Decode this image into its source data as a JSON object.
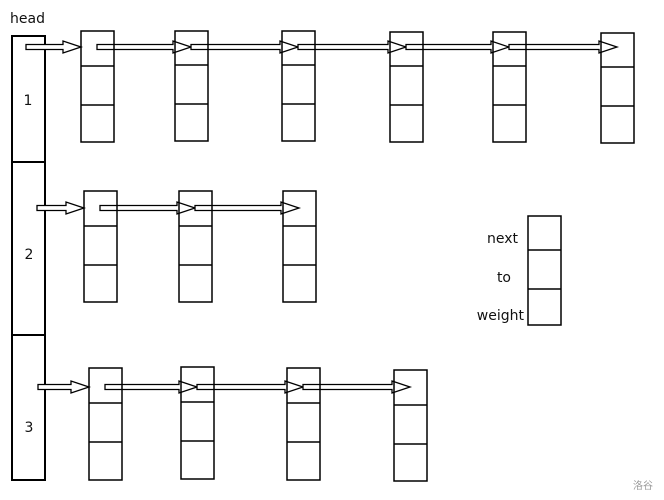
{
  "head": {
    "title": "head",
    "indices": [
      "1",
      "2",
      "3"
    ]
  },
  "lists": [
    {
      "index": "1",
      "edge_count": 6
    },
    {
      "index": "2",
      "edge_count": 3
    },
    {
      "index": "3",
      "edge_count": 4
    }
  ],
  "legend": {
    "fields": [
      "next",
      "to",
      "weight"
    ]
  },
  "watermark": "洛谷"
}
